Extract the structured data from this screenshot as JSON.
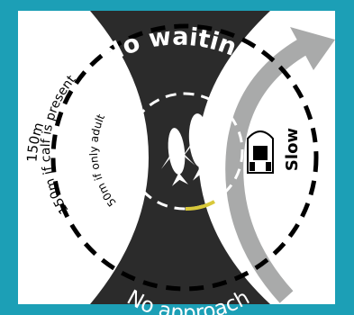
{
  "colors": {
    "frame": "#1c9fb6",
    "panel": "#ffffff",
    "zone": "#2b2b2b",
    "arrow": "#a9aaaa",
    "ring": "#ffffff",
    "accent": "#d8c83a"
  },
  "zones": {
    "top": "No waiting",
    "bottom": "No approach"
  },
  "rings": {
    "outer_label": "150m",
    "outer_calf_label": "150m if calf is present",
    "inner_adult_label": "50m if only adult",
    "inner_label": "50m"
  },
  "boat": {
    "speed_label": "Slow",
    "icon": "boat-icon"
  },
  "center": {
    "icon": "whales-icon"
  }
}
